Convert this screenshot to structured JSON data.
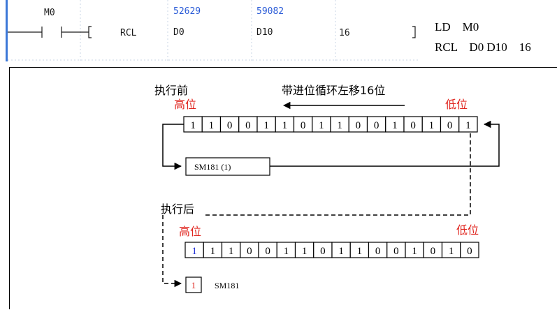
{
  "ladder": {
    "contact_label": "M0",
    "instruction": "RCL",
    "operand1": {
      "value": "52629",
      "name": "D0"
    },
    "operand2": {
      "value": "59082",
      "name": "D10"
    },
    "operand3": "16"
  },
  "mnemonic": {
    "line1": "LD    M0",
    "line2": "RCL    D0 D10    16"
  },
  "diagram": {
    "before_label": "执行前",
    "after_label": "执行后",
    "operation_label": "带进位循环左移16位",
    "high_label": "高位",
    "low_label": "低位",
    "before_bits": [
      "1",
      "1",
      "0",
      "0",
      "1",
      "1",
      "0",
      "1",
      "1",
      "0",
      "0",
      "1",
      "0",
      "1",
      "0",
      "1"
    ],
    "after_bits": [
      "1",
      "1",
      "1",
      "0",
      "0",
      "1",
      "1",
      "0",
      "1",
      "1",
      "0",
      "0",
      "1",
      "0",
      "1",
      "0"
    ],
    "carry_before_label": "SM181 (1)",
    "carry_after_value": "1",
    "carry_after_label": "SM181",
    "colors": {
      "red": "#e0261f",
      "blue": "#1f2fd6",
      "ladder_blue": "#2a5bd7"
    }
  }
}
